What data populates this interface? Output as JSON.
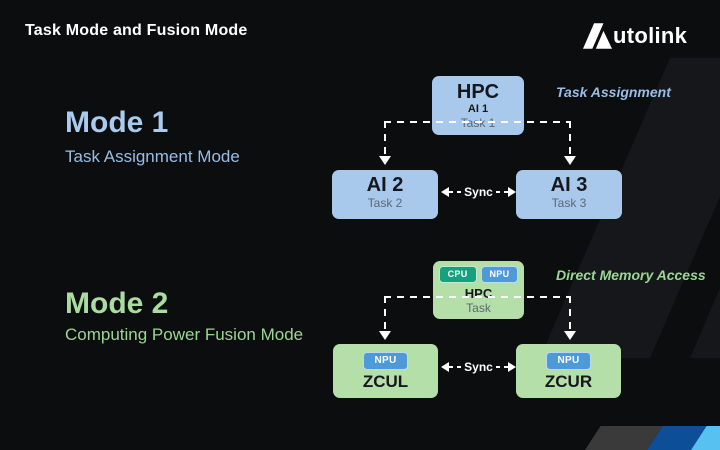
{
  "slide": {
    "title": "Task Mode and Fusion Mode",
    "brand_text": "utolink"
  },
  "colors": {
    "background": "#0c0d0e",
    "blue_box": "#a9c9ec",
    "green_box": "#b5dfa9",
    "blue_heading": "#a9cbee",
    "green_heading": "#a9dd9f",
    "cpu_chip": "#14a17e",
    "npu_chip": "#4e9ad9",
    "bar_gray": "#3a3a3b",
    "bar_blue": "#0c4e97",
    "bar_light_blue": "#57c2f1"
  },
  "mode1": {
    "heading": "Mode 1",
    "subheading": "Task Assignment Mode",
    "annotation": "Task Assignment",
    "sync_label": "Sync",
    "hpc_box": {
      "title": "HPC",
      "subtitle": "AI 1",
      "task": "Task 1"
    },
    "left_box": {
      "title": "AI 2",
      "task": "Task 2"
    },
    "right_box": {
      "title": "AI 3",
      "task": "Task 3"
    }
  },
  "mode2": {
    "heading": "Mode 2",
    "subheading": "Computing Power Fusion Mode",
    "annotation": "Direct Memory Access",
    "sync_label": "Sync",
    "hpc_box": {
      "chip1": "CPU",
      "chip2": "NPU",
      "title": "HPC",
      "task": "Task"
    },
    "left_box": {
      "chip": "NPU",
      "title": "ZCUL"
    },
    "right_box": {
      "chip": "NPU",
      "title": "ZCUR"
    }
  }
}
